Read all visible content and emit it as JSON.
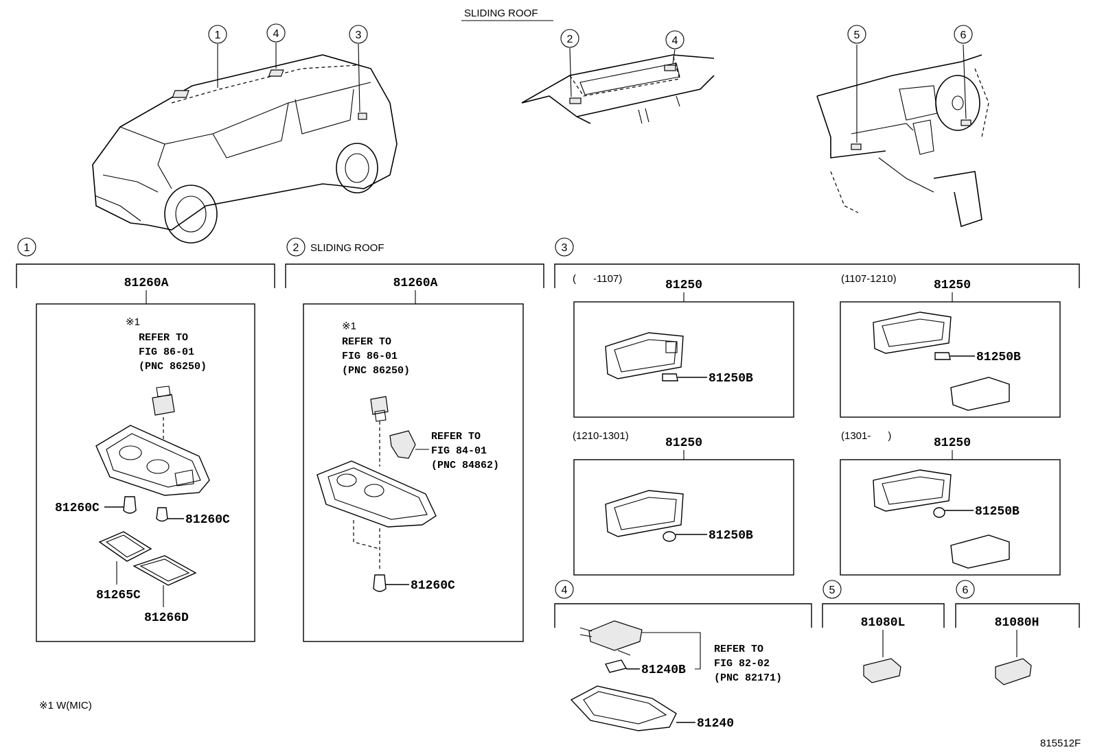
{
  "top_label": "SLIDING ROOF",
  "callouts": [
    "1",
    "2",
    "3",
    "4",
    "5",
    "6"
  ],
  "section_1": {
    "number": "1",
    "assembly": "81260A",
    "note_mark": "※1",
    "refer": [
      "REFER TO",
      "FIG 86-01",
      "(PNC 86250)"
    ],
    "parts": [
      "81260C",
      "81260C",
      "81265C",
      "81266D"
    ]
  },
  "section_2": {
    "number": "2",
    "title": "SLIDING ROOF",
    "assembly": "81260A",
    "note_mark": "※1",
    "refer_a": [
      "REFER TO",
      "FIG 86-01",
      "(PNC 86250)"
    ],
    "refer_b": [
      "REFER TO",
      "FIG 84-01",
      "(PNC 84862)"
    ],
    "parts": [
      "81260C"
    ]
  },
  "section_3": {
    "number": "3",
    "variants": [
      {
        "range": "(      -1107)",
        "assembly": "81250",
        "bulb": "81250B"
      },
      {
        "range": "(1107-1210)",
        "assembly": "81250",
        "bulb": "81250B"
      },
      {
        "range": "(1210-1301)",
        "assembly": "81250",
        "bulb": "81250B"
      },
      {
        "range": "(1301-      )",
        "assembly": "81250",
        "bulb": "81250B"
      }
    ]
  },
  "section_4": {
    "number": "4",
    "refer": [
      "REFER TO",
      "FIG 82-02",
      "(PNC 82171)"
    ],
    "parts": [
      "81240B",
      "81240"
    ]
  },
  "section_5": {
    "number": "5",
    "assembly": "81080L"
  },
  "section_6": {
    "number": "6",
    "assembly": "81080H"
  },
  "footnote": "※1 W(MIC)",
  "figure_id": "815512F",
  "icons": [
    "car-overview-icon",
    "sliding-roof-icon",
    "dashboard-icon",
    "dome-lamp-icon",
    "bulb-icon",
    "lens-icon",
    "switch-icon"
  ]
}
